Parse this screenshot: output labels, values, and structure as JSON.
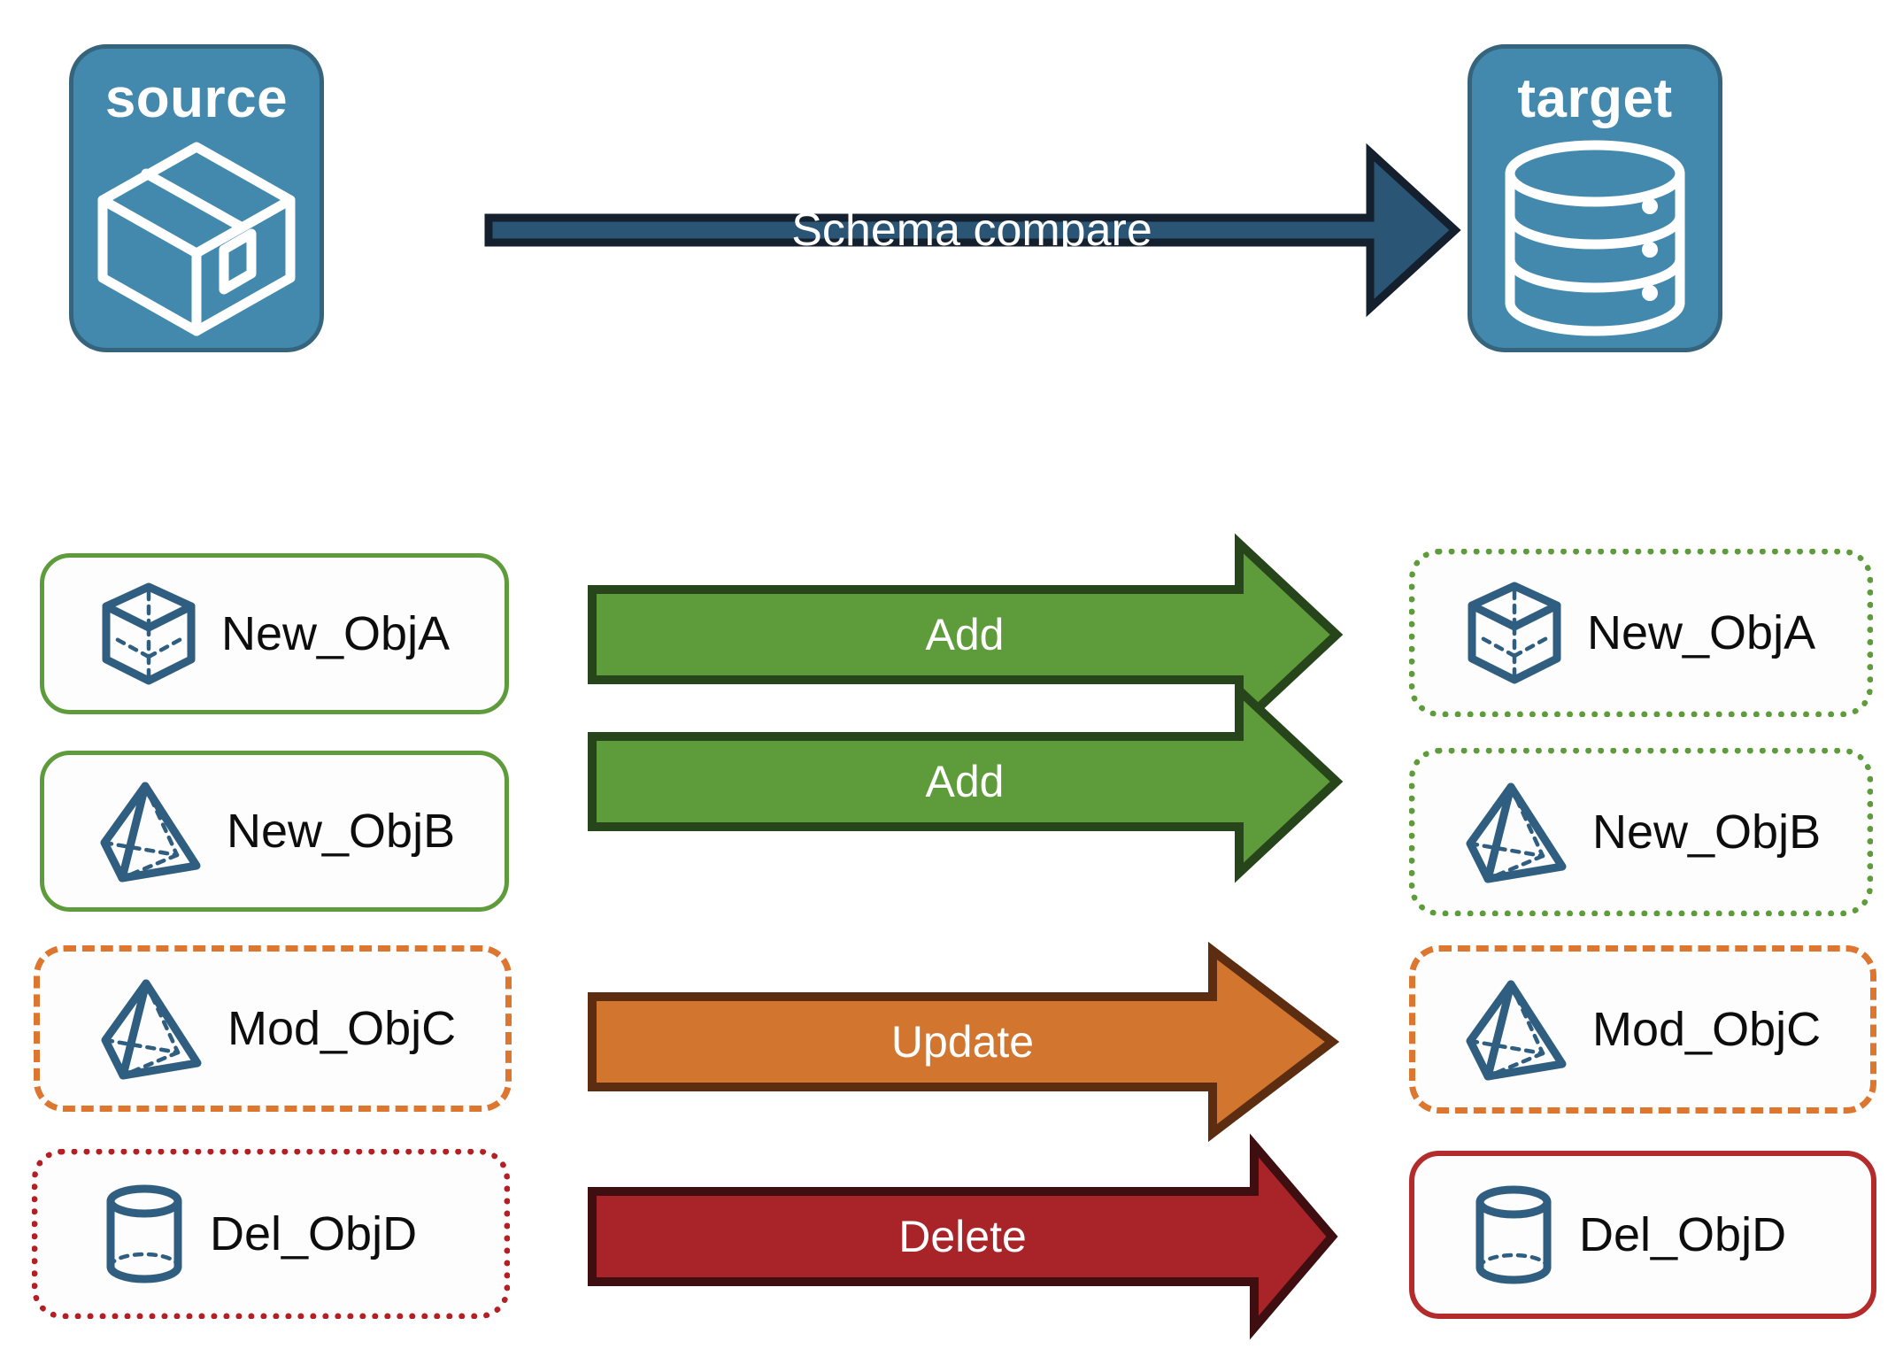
{
  "diagram": {
    "title": "Schema compare between source and target",
    "type": "schema-compare-flow"
  },
  "endpoints": {
    "source": {
      "label": "source",
      "icon": "package-box-icon",
      "color": "#4389AD",
      "border": "#35647C"
    },
    "target": {
      "label": "target",
      "icon": "database-cylinder-icon",
      "color": "#4389AD",
      "border": "#35647C"
    }
  },
  "main_arrow": {
    "label": "Schema compare",
    "fill": "#2B5574",
    "stroke": "#14202E"
  },
  "rows": [
    {
      "source": {
        "label": "New_ObjA",
        "icon": "cube-wireframe-icon",
        "border_style": "solid",
        "border_color": "#5E9B3A"
      },
      "action": {
        "label": "Add",
        "fill": "#5E9B3A",
        "stroke": "#27451A"
      },
      "target": {
        "label": "New_ObjA",
        "icon": "cube-wireframe-icon",
        "border_style": "dotted",
        "border_color": "#5E9B3A"
      }
    },
    {
      "source": {
        "label": "New_ObjB",
        "icon": "pyramid-wireframe-icon",
        "border_style": "solid",
        "border_color": "#5E9B3A"
      },
      "action": {
        "label": "Add",
        "fill": "#5E9B3A",
        "stroke": "#27451A"
      },
      "target": {
        "label": "New_ObjB",
        "icon": "pyramid-wireframe-icon",
        "border_style": "dotted",
        "border_color": "#5E9B3A"
      }
    },
    {
      "source": {
        "label": "Mod_ObjC",
        "icon": "pyramid-wireframe-icon",
        "border_style": "dashed",
        "border_color": "#DD7730"
      },
      "action": {
        "label": "Update",
        "fill": "#D2752F",
        "stroke": "#5C2D10"
      },
      "target": {
        "label": "Mod_ObjC",
        "icon": "pyramid-wireframe-icon",
        "border_style": "dashed",
        "border_color": "#DD7730"
      }
    },
    {
      "source": {
        "label": "Del_ObjD",
        "icon": "cylinder-icon",
        "border_style": "dotted",
        "border_color": "#B41F24"
      },
      "action": {
        "label": "Delete",
        "fill": "#A82428",
        "stroke": "#3E0E10"
      },
      "target": {
        "label": "Del_ObjD",
        "icon": "cylinder-icon",
        "border_style": "solid",
        "border_color": "#B42B2B"
      }
    }
  ],
  "palette": {
    "accent_blue": "#4389AD",
    "icon_blue": "#2F5E80",
    "add_green": "#5E9B3A",
    "update_orange": "#D2752F",
    "delete_red": "#A82428",
    "background": "#FFFFFF"
  }
}
